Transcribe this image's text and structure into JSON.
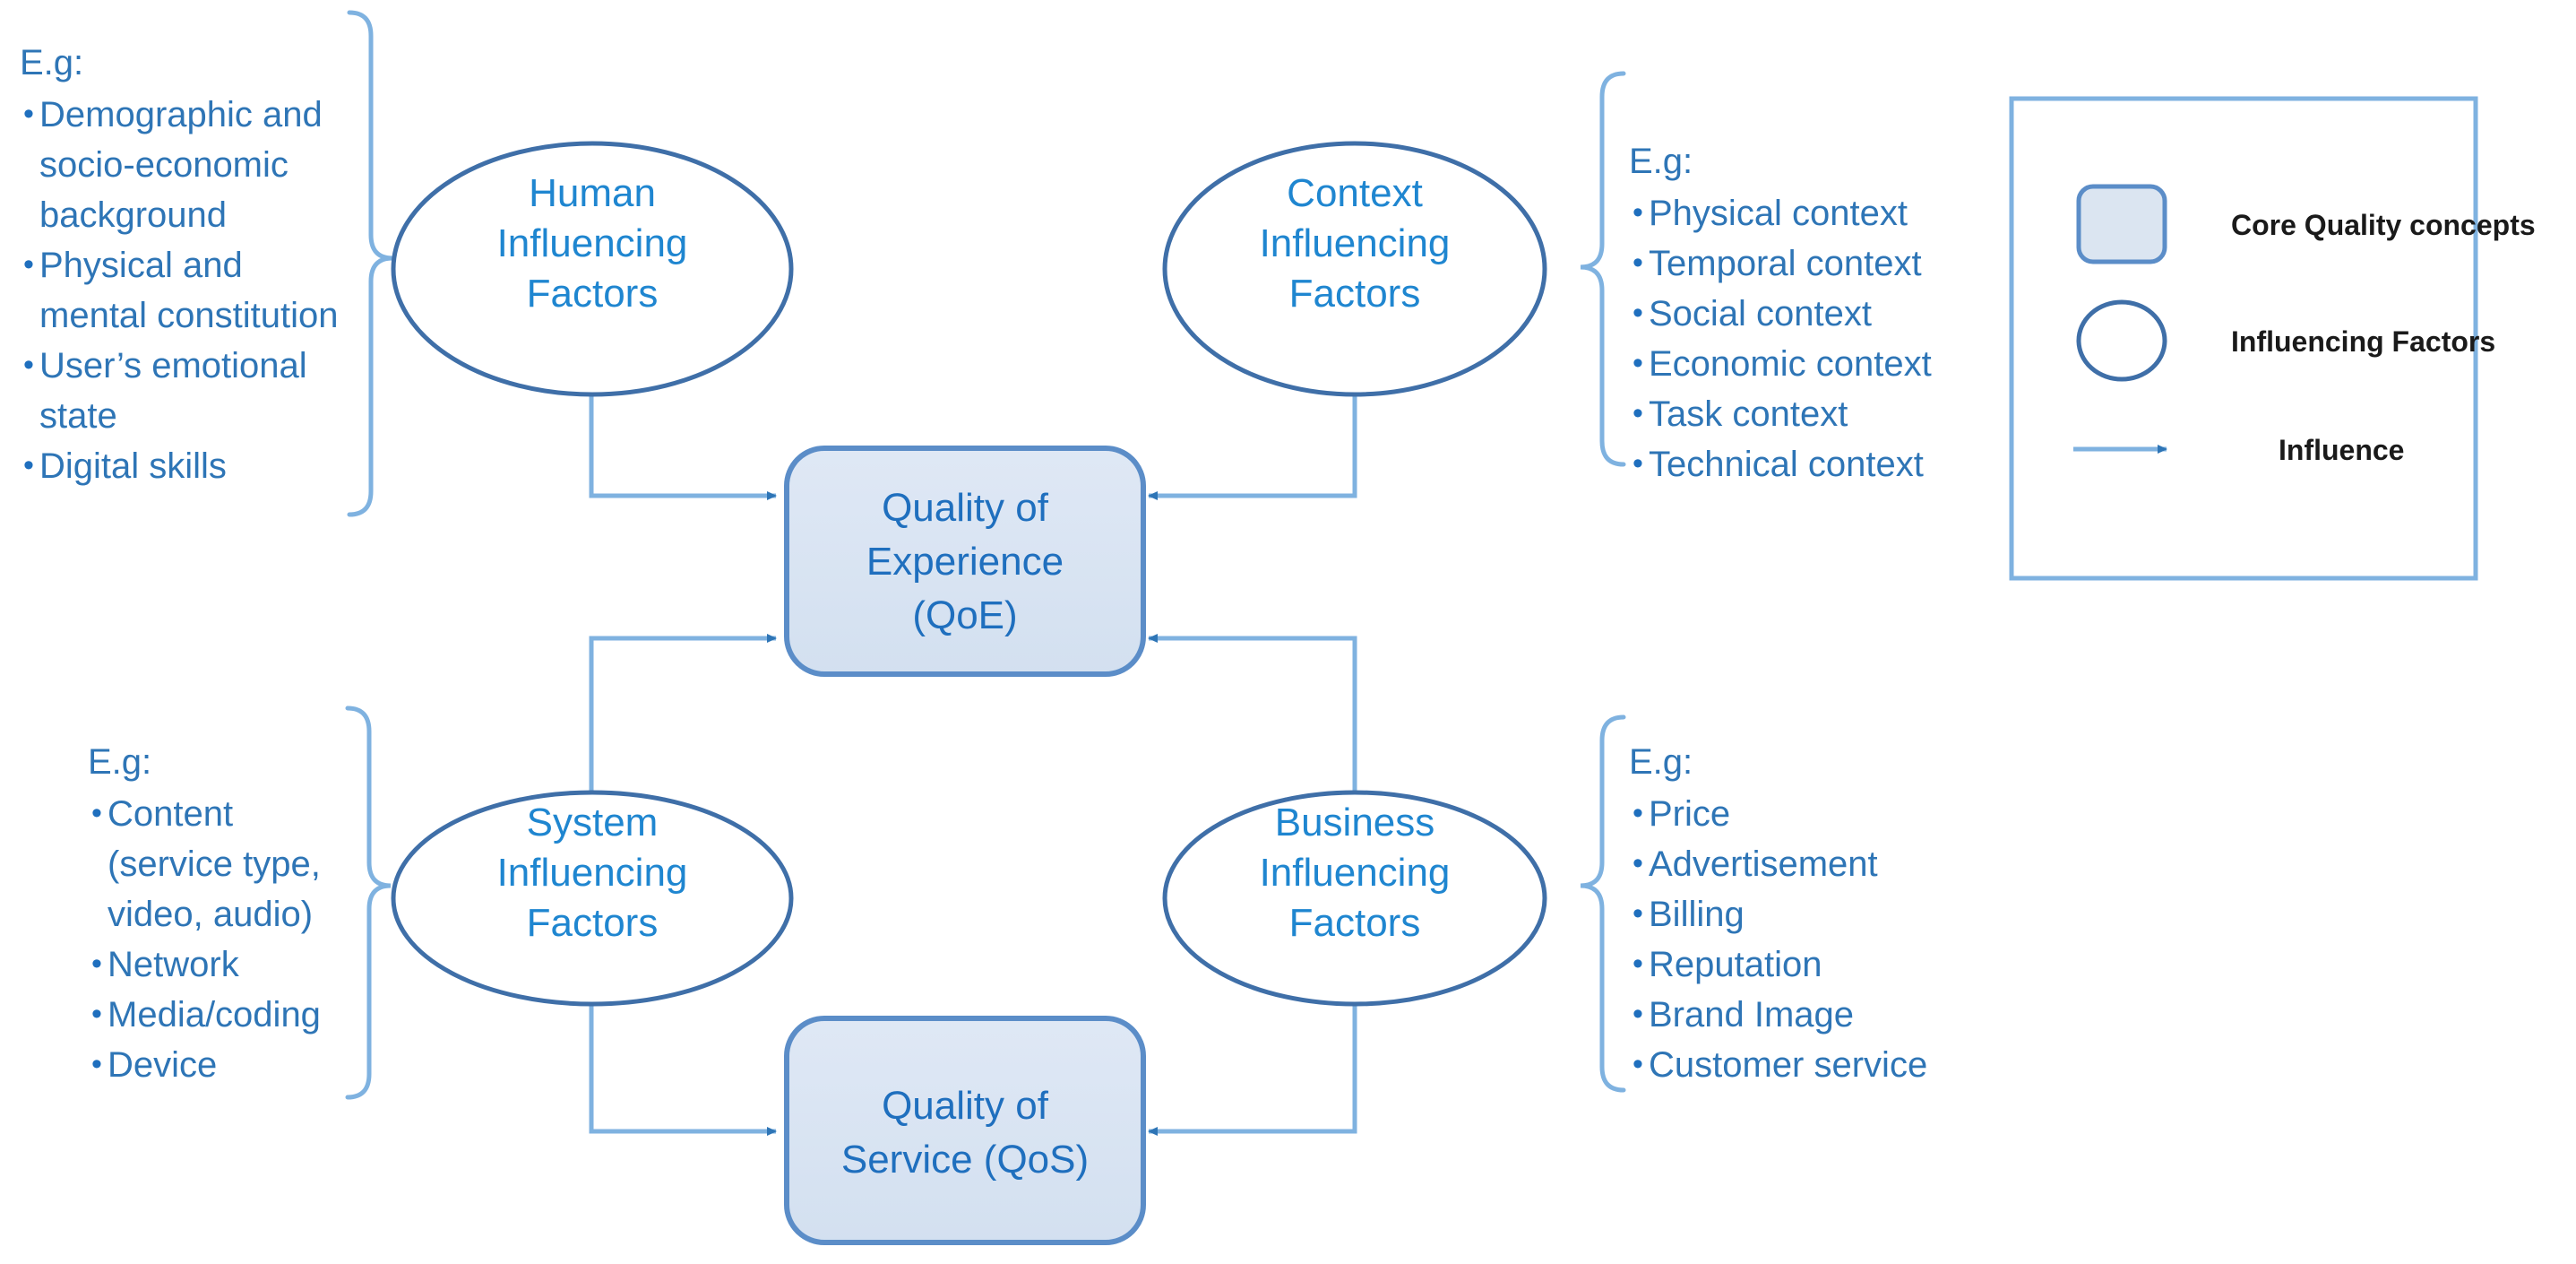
{
  "diagram": {
    "title": "Quality of Experience influencing factors diagram",
    "colors": {
      "text_blue": "#1f86d0",
      "note_blue": "#2e75b6",
      "core_fill": "#dbe5f1",
      "core_stroke": "#5b8dc8",
      "ellipse_stroke": "#3f6fa8",
      "arrow_blue": "#7fb2e0",
      "arrow_head": "#2e75b6",
      "bracket_blue": "#7fb2e0",
      "legend_border": "#7fb2e0",
      "legend_text": "#1a1a1a"
    }
  },
  "nodes": {
    "human": {
      "line1": "Human",
      "line2": "Influencing",
      "line3": "Factors"
    },
    "context": {
      "line1": "Context",
      "line2": "Influencing",
      "line3": "Factors"
    },
    "system": {
      "line1": "System",
      "line2": "Influencing",
      "line3": "Factors"
    },
    "business": {
      "line1": "Business",
      "line2": "Influencing",
      "line3": "Factors"
    },
    "qoe": {
      "line1": "Quality of",
      "line2": "Experience",
      "line3": "(QoE)"
    },
    "qos": {
      "line1": "Quality of",
      "line2": "Service (QoS)"
    }
  },
  "notes": {
    "human": {
      "heading": "E.g:",
      "items": [
        "Demographic and socio-economic background",
        "Physical and mental constitution",
        "User’s emotional state",
        "Digital skills"
      ]
    },
    "context": {
      "heading": "E.g:",
      "items": [
        "Physical context",
        "Temporal context",
        "Social context",
        "Economic context",
        "Task context",
        "Technical context"
      ]
    },
    "system": {
      "heading": "E.g:",
      "items": [
        "Content (service type, video, audio)",
        "Network",
        "Media/coding",
        "Device"
      ]
    },
    "business": {
      "heading": "E.g:",
      "items": [
        "Price",
        "Advertisement",
        "Billing",
        "Reputation",
        "Brand Image",
        "Customer service"
      ]
    }
  },
  "legend": {
    "items": [
      {
        "glyph": "rounded-rect",
        "label": "Core Quality concepts"
      },
      {
        "glyph": "ellipse",
        "label": "Influencing Factors"
      },
      {
        "glyph": "arrow",
        "label": "Influence"
      }
    ]
  }
}
